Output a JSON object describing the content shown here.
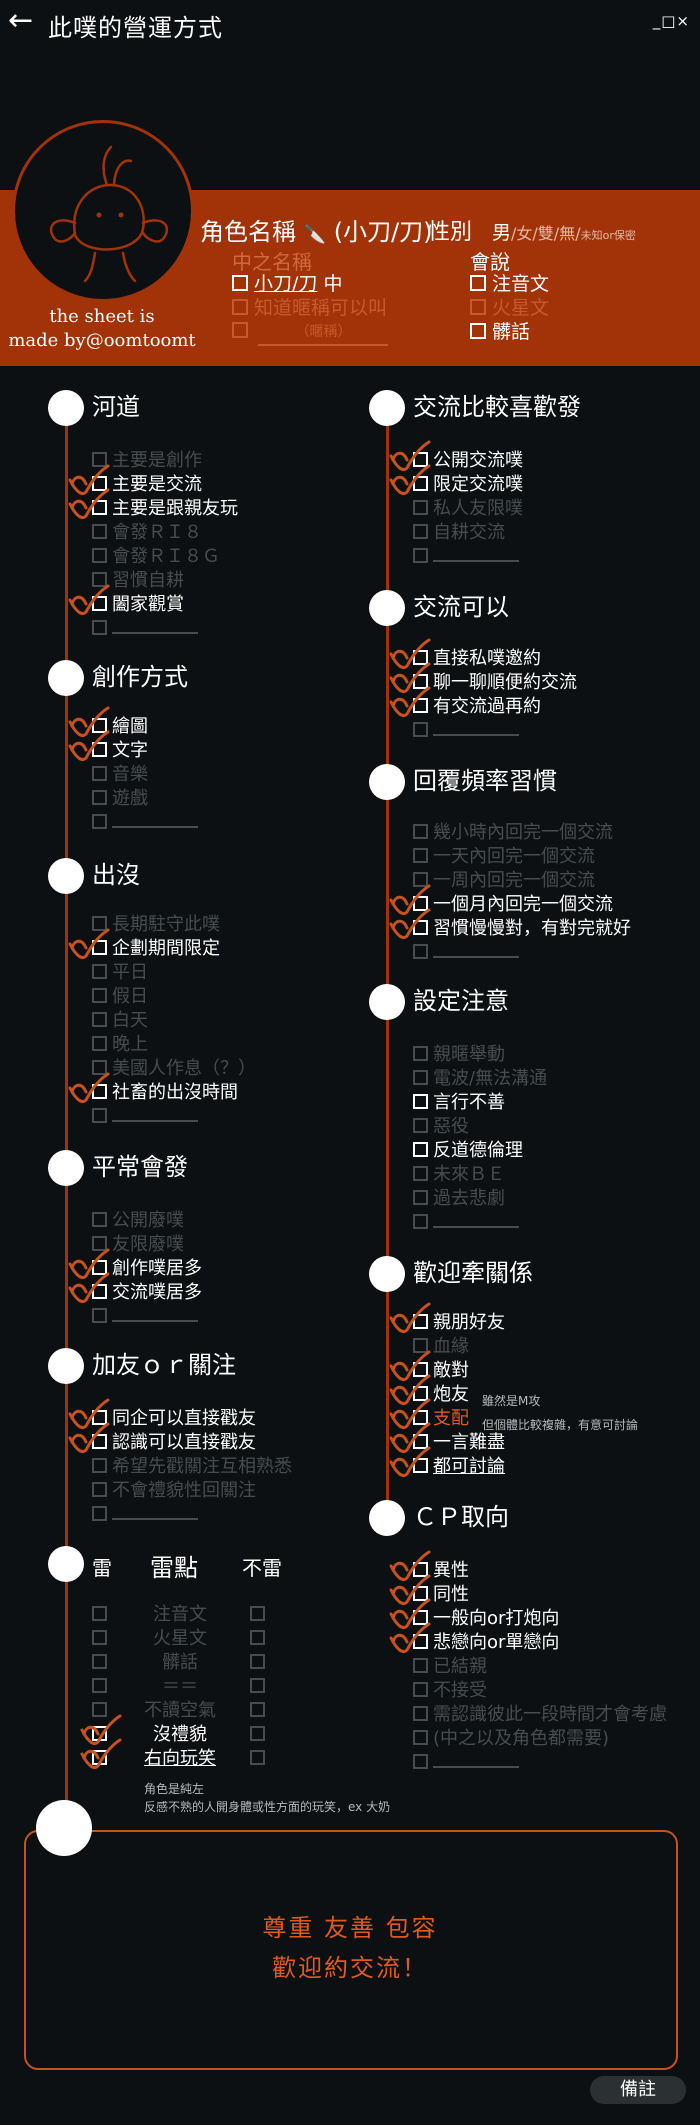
{
  "header": {
    "title": "此噗的營運方式",
    "controls": "_□×"
  },
  "profile": {
    "sheet_credit_line1": "the sheet is",
    "sheet_credit_line2": "made by@oomtoomt",
    "role_label": "角色名稱",
    "role_name": "(小刀/刀)",
    "gender_label": "性別",
    "gender_selected": "男",
    "gender_rest": "/女/雙/無/",
    "gender_extra": "未知or保密",
    "nickname_title": "中之名稱",
    "nickname_value": "小刀/刀",
    "nickname_suffix": "中",
    "nickname_opt2": "知道暱稱可以叫",
    "nickname_opt3": "（暱稱）",
    "speak_title": "會說",
    "speak_opt1": "注音文",
    "speak_opt2": "火星文",
    "speak_opt3": "髒話"
  },
  "sections": {
    "hedao": {
      "title": "河道",
      "items": [
        "主要是創作",
        "主要是交流",
        "主要是跟親友玩",
        "會發ＲＩ８",
        "會發ＲＩ８Ｇ",
        "習慣自耕",
        "闔家觀賞"
      ]
    },
    "create": {
      "title": "創作方式",
      "items": [
        "繪圖",
        "文字",
        "音樂",
        "遊戲"
      ]
    },
    "appear": {
      "title": "出沒",
      "items": [
        "長期駐守此噗",
        "企劃期間限定",
        "平日",
        "假日",
        "白天",
        "晚上",
        "美國人作息（？）",
        "社畜的出沒時間"
      ]
    },
    "usual": {
      "title": "平常會發",
      "items": [
        "公開廢噗",
        "友限廢噗",
        "創作噗居多",
        "交流噗居多"
      ]
    },
    "follow": {
      "title": "加友ｏｒ關注",
      "items": [
        "同企可以直接戳友",
        "認識可以直接戳友",
        "希望先戳關注互相熟悉",
        "不會禮貌性回關注"
      ]
    },
    "mine": {
      "title": "雷",
      "mid_title": "雷點",
      "right_title": "不雷",
      "items": [
        "注音文",
        "火星文",
        "髒話",
        "＝＝",
        "不讀空氣",
        "沒禮貌",
        "右向玩笑"
      ],
      "note1": "角色是純左",
      "note2": "反感不熟的人開身體或性方面的玩笑，ex 大奶"
    },
    "exchange": {
      "title": "交流比較喜歡發",
      "items": [
        "公開交流噗",
        "限定交流噗",
        "私人友限噗",
        "自耕交流"
      ]
    },
    "can": {
      "title": "交流可以",
      "items": [
        "直接私噗邀約",
        "聊一聊順便約交流",
        "有交流過再約"
      ]
    },
    "reply": {
      "title": "回覆頻率習慣",
      "items": [
        "幾小時內回完一個交流",
        "一天內回完一個交流",
        "一周內回完一個交流",
        "一個月內回完一個交流",
        "習慣慢慢對，有對完就好"
      ]
    },
    "setting": {
      "title": "設定注意",
      "items": [
        "親暱舉動",
        "電波/無法溝通",
        "言行不善",
        "惡役",
        "反道德倫理",
        "未來ＢＥ",
        "過去悲劇"
      ]
    },
    "relation": {
      "title": "歡迎牽關係",
      "items": [
        "親朋好友",
        "血緣",
        "敵對",
        "炮友",
        "支配",
        "一言難盡",
        "都可討論"
      ],
      "note_pao": "雖然是M攻",
      "note_zhi": "但個體比較複雜，有意可討論"
    },
    "cp": {
      "title": "ＣＰ取向",
      "items": [
        "異性",
        "同性",
        "一般向or打炮向",
        "悲戀向or單戀向",
        "已結親",
        "不接受",
        "需認識彼此一段時間才會考慮",
        "(中之以及角色都需要)"
      ]
    }
  },
  "footer": {
    "message_line1": "尊重 友善 包容",
    "message_line2": "歡迎約交流！",
    "notes_button": "備註"
  },
  "colors": {
    "accent": "#a23308",
    "check": "#c8521f",
    "background": "#0c1012"
  }
}
